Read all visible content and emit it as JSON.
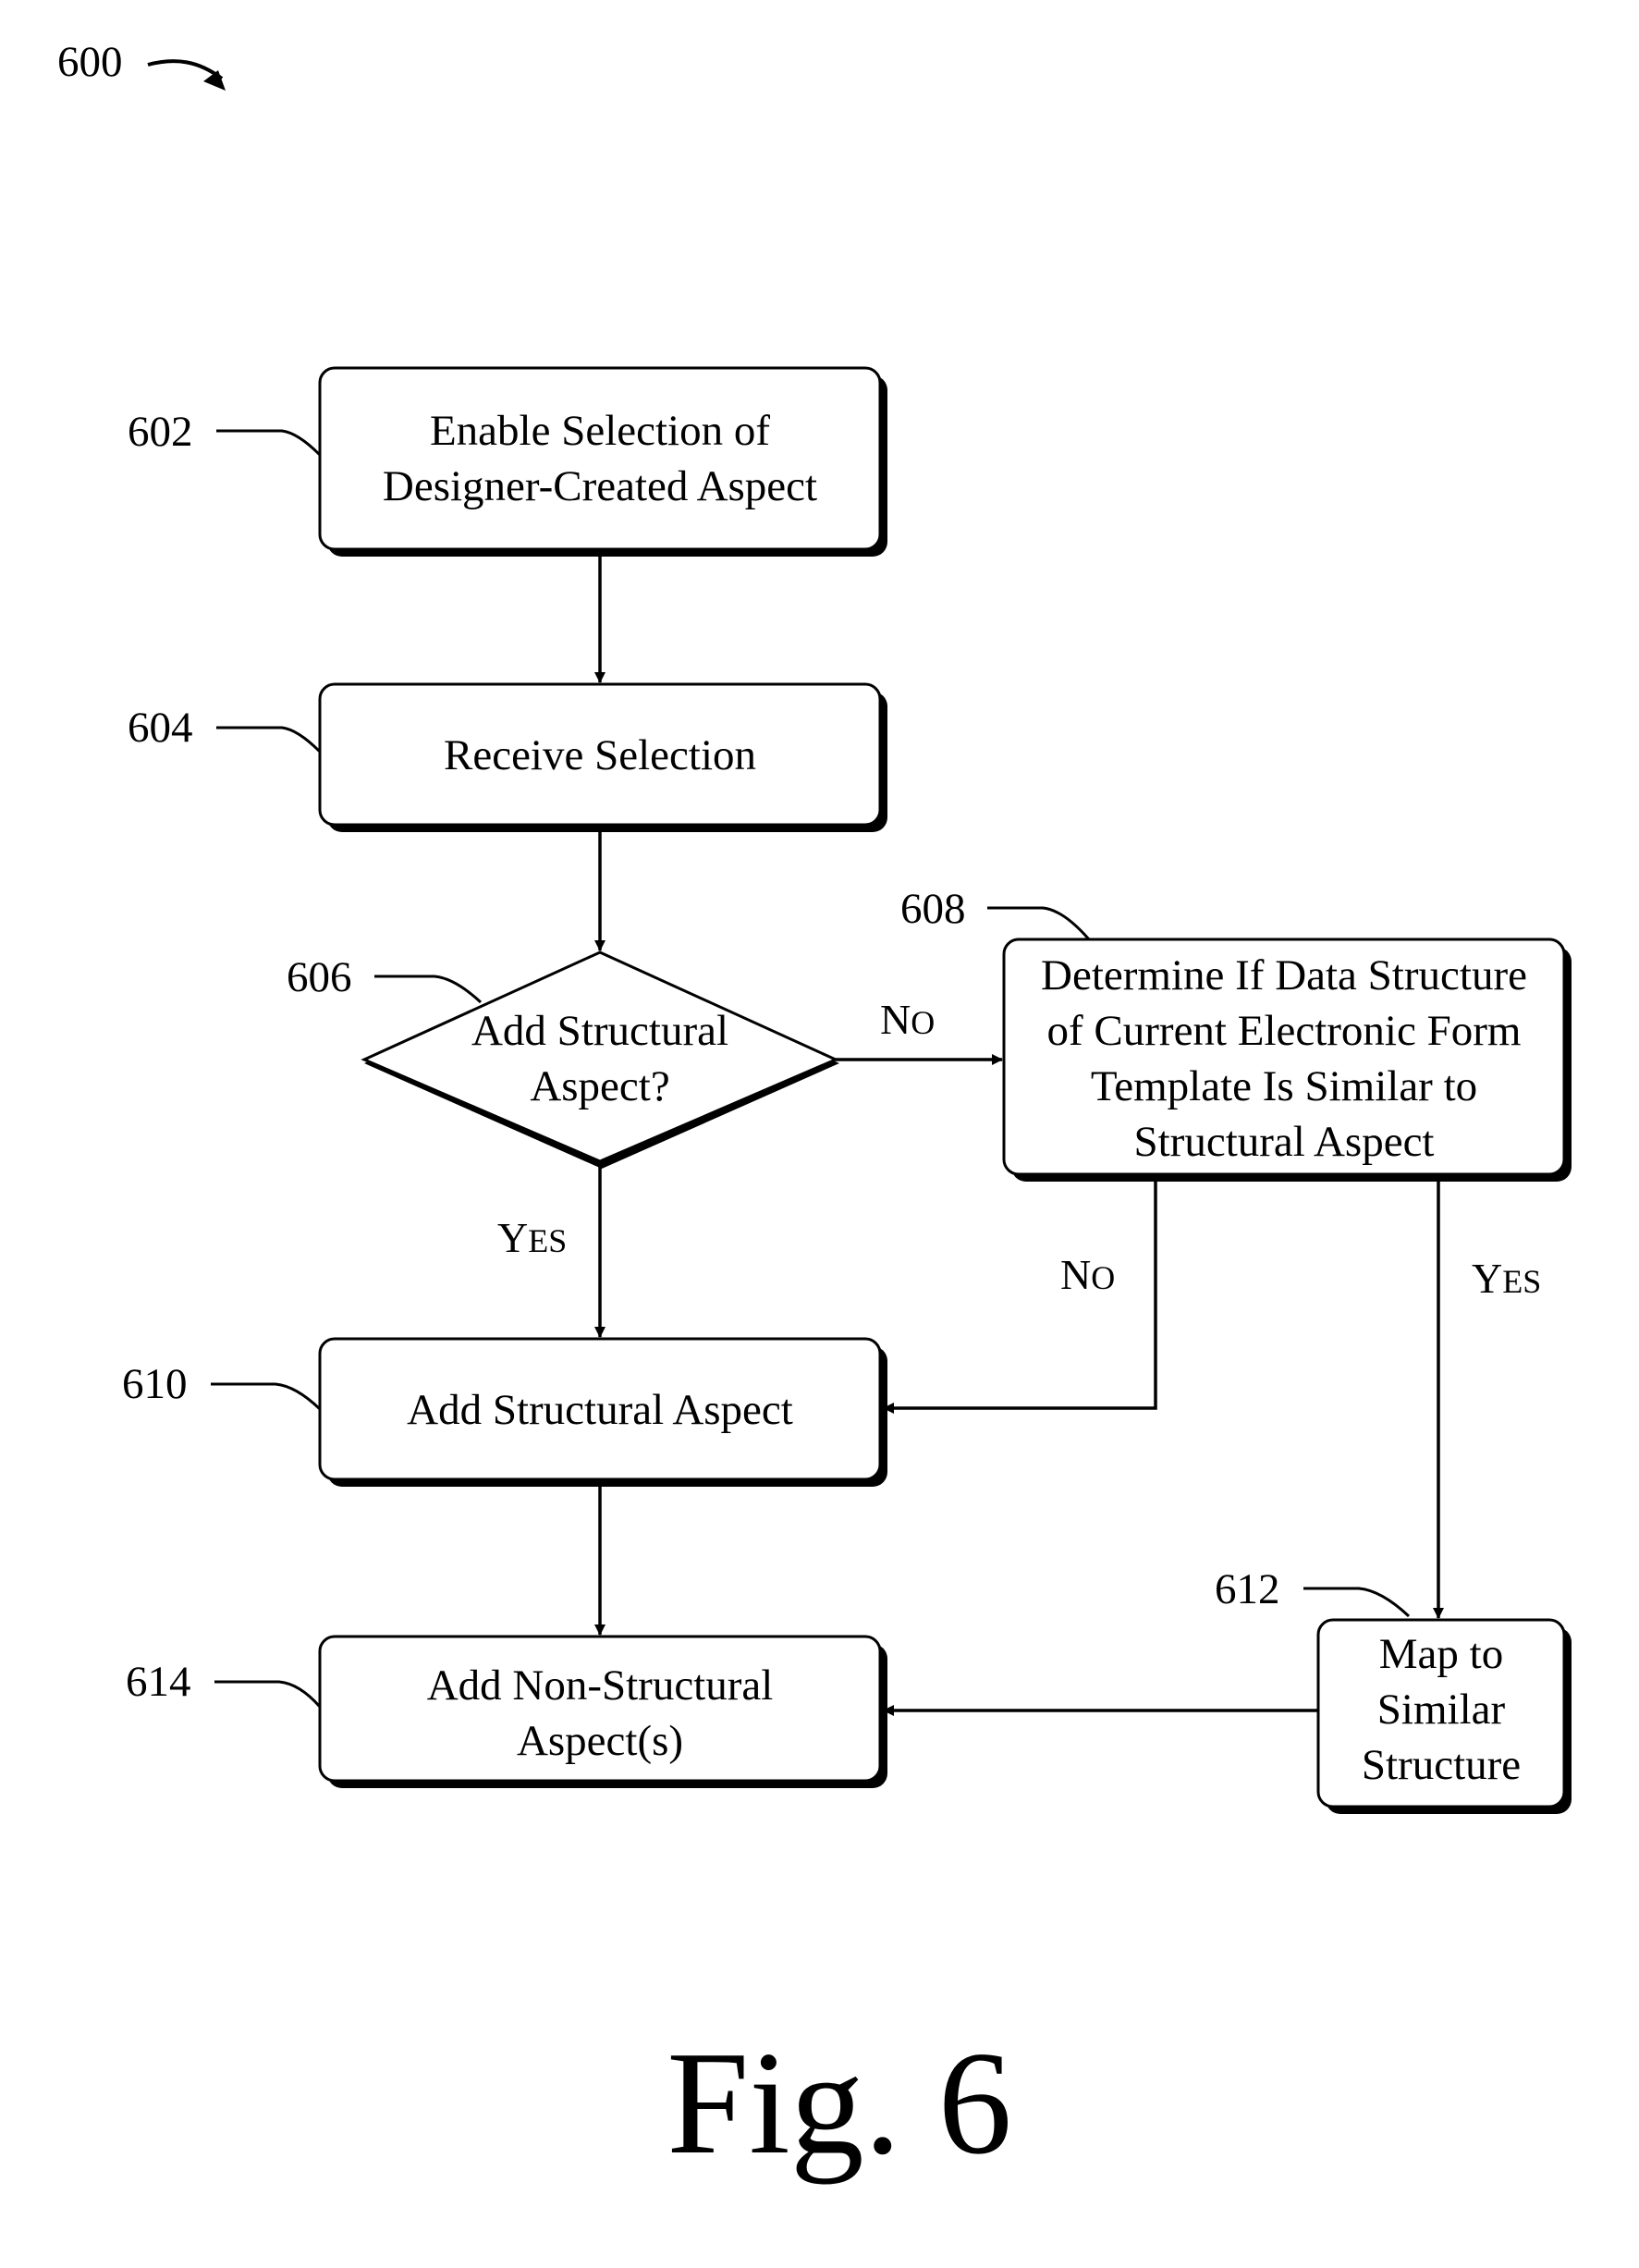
{
  "diagram_ref": "600",
  "figure_label": "Fig. 6",
  "nodes": {
    "n602": {
      "ref": "602",
      "lines": [
        "Enable Selection of",
        "Designer-Created Aspect"
      ]
    },
    "n604": {
      "ref": "604",
      "lines": [
        "Receive Selection"
      ]
    },
    "n606": {
      "ref": "606",
      "lines": [
        "Add Structural",
        "Aspect?"
      ]
    },
    "n608": {
      "ref": "608",
      "lines": [
        "Determine If Data Structure",
        "of Current Electronic Form",
        "Template Is Similar to",
        "Structural Aspect"
      ]
    },
    "n610": {
      "ref": "610",
      "lines": [
        "Add Structural Aspect"
      ]
    },
    "n612": {
      "ref": "612",
      "lines": [
        "Map to",
        "Similar",
        "Structure"
      ]
    },
    "n614": {
      "ref": "614",
      "lines": [
        "Add Non-Structural",
        "Aspect(s)"
      ]
    }
  },
  "edges": {
    "e606_608": {
      "label": {
        "cap": "N",
        "rest": "O"
      }
    },
    "e606_610": {
      "label": {
        "cap": "Y",
        "rest": "ES"
      }
    },
    "e608_610": {
      "label": {
        "cap": "N",
        "rest": "O"
      }
    },
    "e608_612": {
      "label": {
        "cap": "Y",
        "rest": "ES"
      }
    }
  }
}
